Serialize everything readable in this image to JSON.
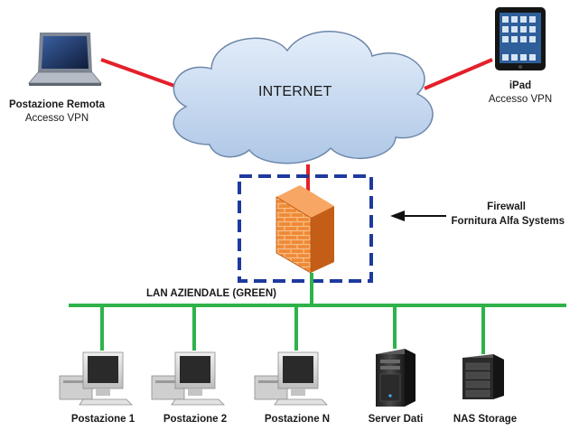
{
  "cloud": {
    "label": "INTERNET"
  },
  "remote": {
    "name": "Postazione Remota",
    "access": "Accesso VPN"
  },
  "ipad": {
    "name": "iPad",
    "access": "Accesso VPN"
  },
  "firewall": {
    "title": "Firewall",
    "subtitle": "Fornitura Alfa Systems"
  },
  "lan": {
    "label": "LAN AZIENDALE (GREEN)"
  },
  "devices": [
    {
      "label": "Postazione 1"
    },
    {
      "label": "Postazione 2"
    },
    {
      "label": "Postazione N"
    },
    {
      "label": "Server Dati"
    },
    {
      "label": "NAS Storage"
    }
  ],
  "colors": {
    "wan_link": "#e3202a",
    "lan_link": "#2fb24a",
    "cloud_fill": "#c6d9ef",
    "dmz_border": "#1e3a9e",
    "firewall": "#ef7f2a"
  }
}
